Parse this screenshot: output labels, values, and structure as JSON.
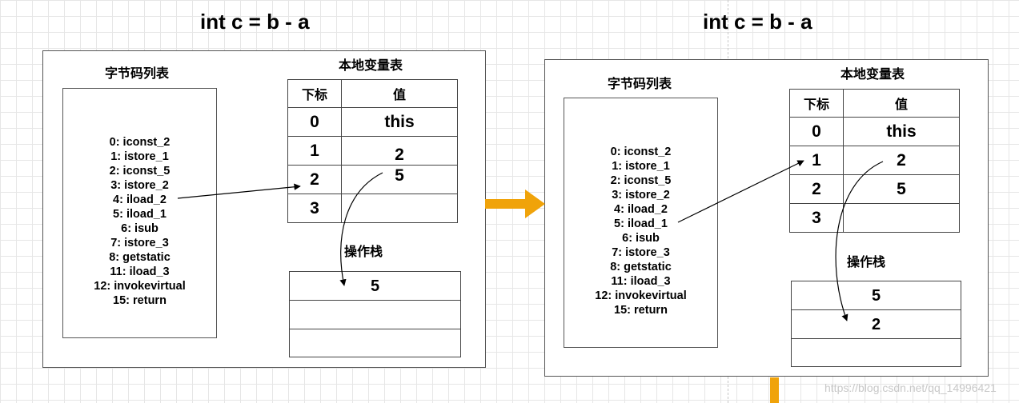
{
  "panels": [
    {
      "title": "int c = b - a",
      "bytecode_label": "字节码列表",
      "bytecode": [
        "0: iconst_2",
        "1: istore_1",
        "2: iconst_5",
        "3: istore_2",
        "4: iload_2",
        "5: iload_1",
        "6: isub",
        "7: istore_3",
        "8: getstatic",
        "11: iload_3",
        "12: invokevirtual",
        "15: return"
      ],
      "locals_label": "本地变量表",
      "locals_header": {
        "index": "下标",
        "value": "值"
      },
      "locals": [
        {
          "index": "0",
          "value": "this"
        },
        {
          "index": "1",
          "value": "2"
        },
        {
          "index": "2",
          "value": "5"
        },
        {
          "index": "3",
          "value": ""
        }
      ],
      "stack_label": "操作栈",
      "stack": [
        "5",
        "",
        ""
      ]
    },
    {
      "title": "int c = b - a",
      "bytecode_label": "字节码列表",
      "bytecode": [
        "0: iconst_2",
        "1: istore_1",
        "2: iconst_5",
        "3: istore_2",
        "4: iload_2",
        "5: iload_1",
        "6: isub",
        "7: istore_3",
        "8: getstatic",
        "11: iload_3",
        "12: invokevirtual",
        "15: return"
      ],
      "locals_label": "本地变量表",
      "locals_header": {
        "index": "下标",
        "value": "值"
      },
      "locals": [
        {
          "index": "0",
          "value": "this"
        },
        {
          "index": "1",
          "value": "2"
        },
        {
          "index": "2",
          "value": "5"
        },
        {
          "index": "3",
          "value": ""
        }
      ],
      "stack_label": "操作栈",
      "stack": [
        "5",
        "2",
        ""
      ]
    }
  ],
  "colors": {
    "arrow": "#f0a30a",
    "border": "#444444"
  },
  "watermark": "https://blog.csdn.net/qq_14996421"
}
